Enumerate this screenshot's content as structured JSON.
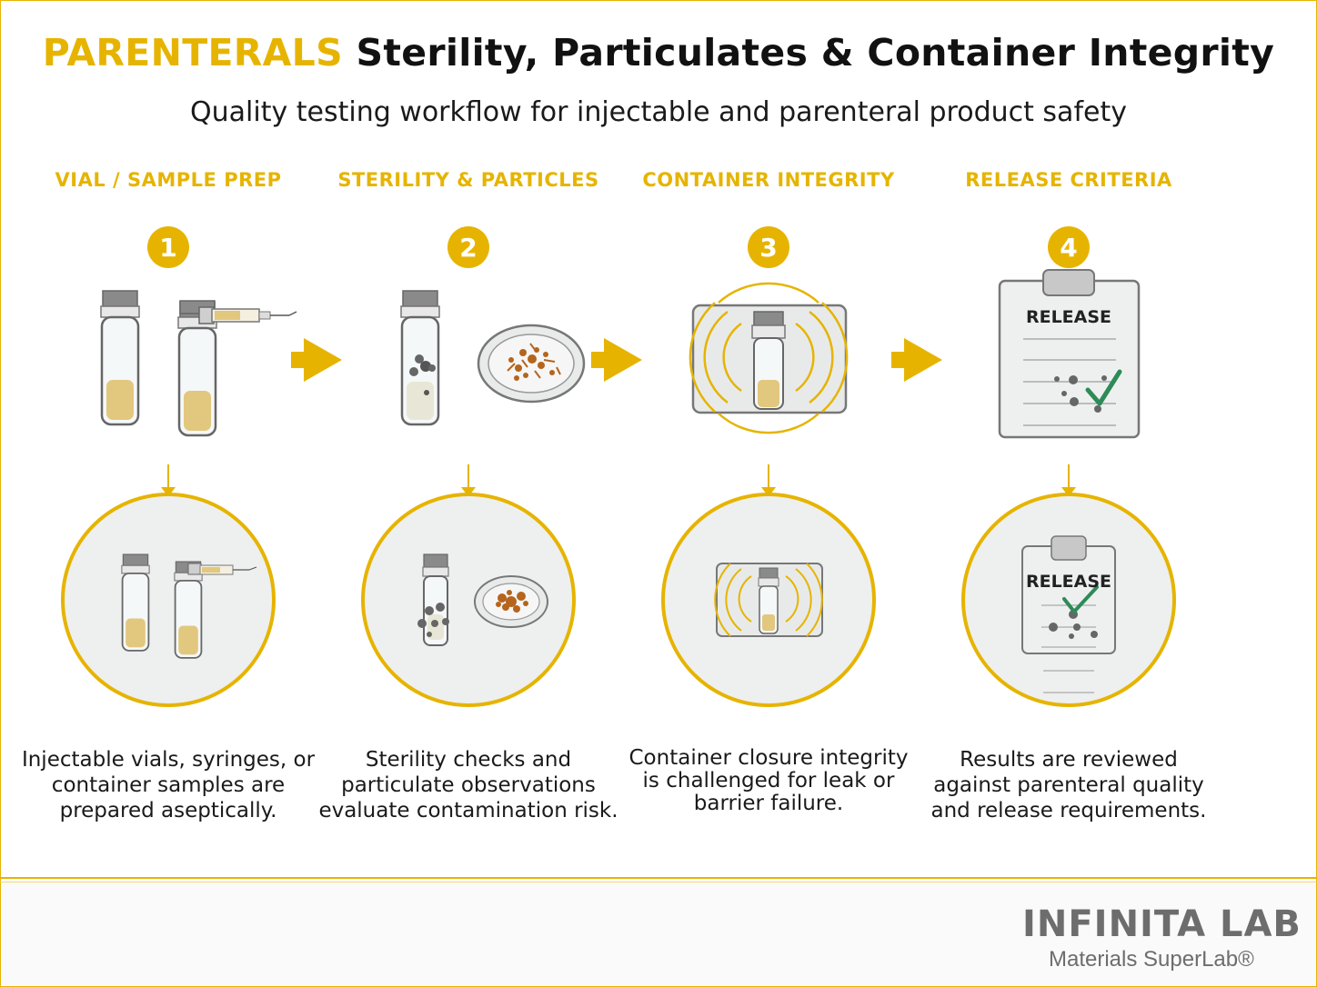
{
  "title": {
    "accent": "PARENTERALS",
    "main": "Sterility, Particulates & Container Integrity"
  },
  "subtitle": "Quality testing workflow for injectable and parenteral product safety",
  "steps": [
    {
      "number": "1",
      "heading": "VIAL / SAMPLE PREP",
      "description": "Injectable vials, syringes, or container samples are prepared aseptically."
    },
    {
      "number": "2",
      "heading": "STERILITY & PARTICLES",
      "description": "Sterility checks and particulate observations evaluate contamination risk."
    },
    {
      "number": "3",
      "heading": "CONTAINER INTEGRITY",
      "description": "Container closure integrity is challenged for leak or barrier failure."
    },
    {
      "number": "4",
      "heading": "RELEASE CRITERIA",
      "description": "Results are reviewed against parenteral quality and release requirements."
    }
  ],
  "clipboard": {
    "label": "RELEASE",
    "zoom_label": "RELEASE"
  },
  "brand": {
    "name": "INFINITA LAB",
    "tagline": "Materials SuperLab®"
  },
  "colors": {
    "accent": "#e6b400",
    "text": "#111111",
    "gray": "#6d6d6d",
    "check": "#2e8b57",
    "particle": "#b5651d"
  },
  "icons": [
    "vial-icon",
    "syringe-icon",
    "petri-dish-icon",
    "leak-test-chamber-icon",
    "clipboard-icon",
    "checkmark-icon",
    "arrow-right-icon",
    "infinity-logo-icon"
  ]
}
